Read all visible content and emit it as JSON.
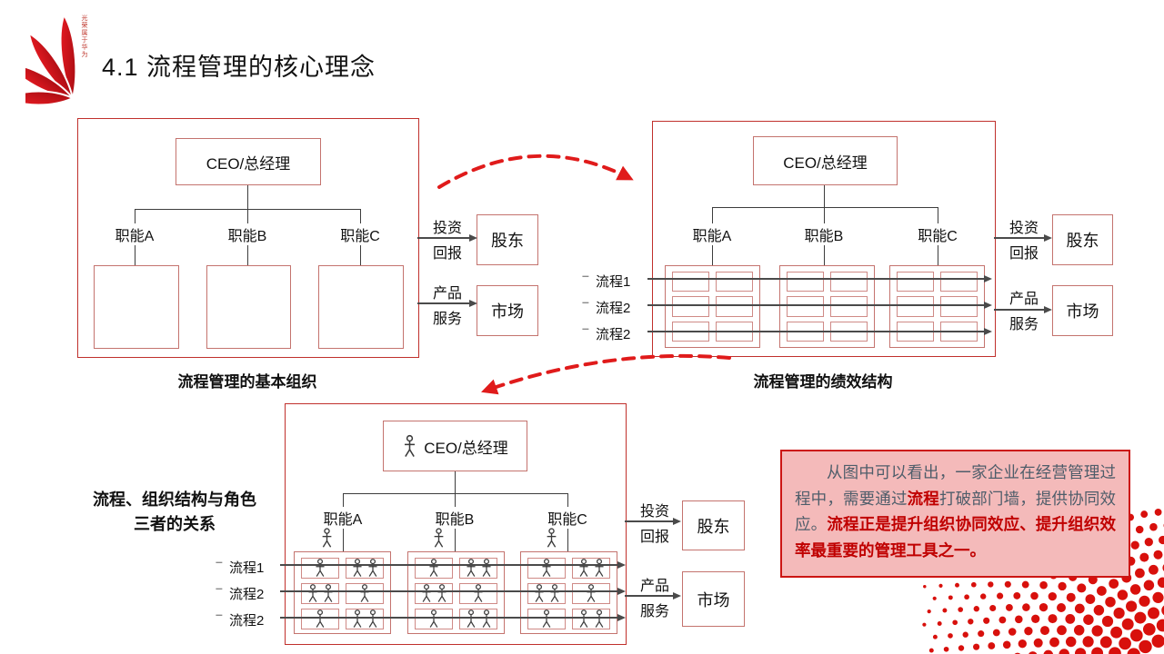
{
  "header": {
    "title": "4.1 流程管理的核心理念",
    "logo_watermark": "光荣属于华为"
  },
  "chart1": {
    "caption": "流程管理的基本组织",
    "ceo_label": "CEO/总经理",
    "functions": [
      "职能A",
      "职能B",
      "职能C"
    ],
    "flow1": {
      "top": "投资",
      "bottom": "回报",
      "target": "股东"
    },
    "flow2": {
      "top": "产品",
      "bottom": "服务",
      "target": "市场"
    }
  },
  "chart2": {
    "caption": "流程管理的绩效结构",
    "ceo_label": "CEO/总经理",
    "functions": [
      "职能A",
      "职能B",
      "职能C"
    ],
    "processes": [
      "流程1",
      "流程2",
      "流程2"
    ],
    "flow1": {
      "top": "投资",
      "bottom": "回报",
      "target": "股东"
    },
    "flow2": {
      "top": "产品",
      "bottom": "服务",
      "target": "市场"
    }
  },
  "chart3": {
    "side_label": [
      "流程、组织结构与角色",
      "三者的关系"
    ],
    "ceo_label": "CEO/总经理",
    "functions": [
      "职能A",
      "职能B",
      "职能C"
    ],
    "processes": [
      "流程1",
      "流程2",
      "流程2"
    ],
    "cell_people": [
      [
        1,
        2
      ],
      [
        2,
        1
      ],
      [
        1,
        2
      ]
    ],
    "flow1": {
      "top": "投资",
      "bottom": "回报",
      "target": "股东"
    },
    "flow2": {
      "top": "产品",
      "bottom": "服务",
      "target": "市场"
    }
  },
  "note": {
    "segments": [
      {
        "text": "从图中可以看出，一家企业在经营管理过程中，需要通过",
        "style": "normal"
      },
      {
        "text": "流程",
        "style": "red"
      },
      {
        "text": "打破部门墙，提供协同效应。",
        "style": "normal"
      },
      {
        "text": "流程正是提升组织协同效应、提升组织效率最重要的管理工具之一。",
        "style": "red"
      }
    ]
  },
  "colors": {
    "accent_red": "#c00000",
    "dashed_arrow_red": "#e01b1b",
    "note_background": "#f4baba",
    "note_text": "#4e5d6a",
    "box_border_light": "#c4736e",
    "box_border_dark": "#c0302c"
  }
}
